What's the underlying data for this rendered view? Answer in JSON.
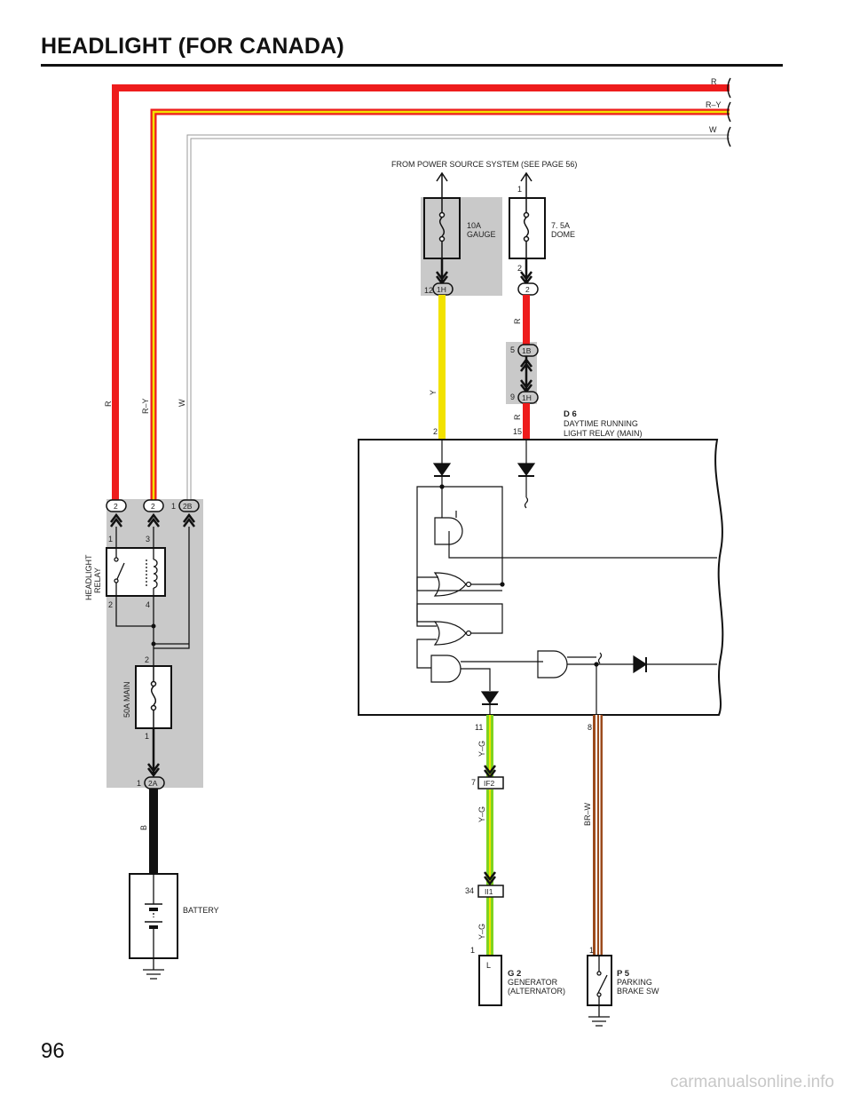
{
  "title": "HEADLIGHT (FOR CANADA)",
  "page_number": "96",
  "watermark": "carmanualsonline.info",
  "wires": {
    "top_r": "R",
    "top_ry": "R–Y",
    "top_w": "W",
    "vert_r": "R",
    "vert_ry": "R–Y",
    "vert_w": "W",
    "y_gauge": "Y",
    "r_dome_1": "R",
    "r_dome_2": "R",
    "yg_1": "Y–G",
    "yg_2": "Y–G",
    "yg_3": "Y–G",
    "brw": "BR–W",
    "battery_b": "B"
  },
  "power_source": "FROM POWER SOURCE SYSTEM (SEE PAGE 56)",
  "fuses": {
    "gauge_amp": "10A",
    "gauge_name": "GAUGE",
    "dome_amp": "7. 5A",
    "dome_name": "DOME",
    "main": "50A MAIN"
  },
  "connectors": {
    "c1h_top": "1H",
    "c2_dome": "2",
    "c1b": "1B",
    "c1h_mid": "1H",
    "c2_r": "2",
    "c2_ry": "2",
    "c2b": "2B",
    "c2a": "2A",
    "if2": "IF2",
    "ii1": "II1"
  },
  "pins": {
    "p12": "12",
    "p1_dome": "1",
    "p2_dome": "2",
    "p5": "5",
    "p9": "9",
    "p2_y": "2",
    "p15": "15",
    "p1_2b": "1",
    "relay_1": "1",
    "relay_3": "3",
    "relay_2": "2",
    "relay_4": "4",
    "main_2": "2",
    "main_1": "1",
    "p1_2a": "1",
    "p11": "11",
    "p8": "8",
    "p7": "7",
    "p34": "34",
    "gen_1": "1",
    "sw_1": "1"
  },
  "components": {
    "d6_code": "D 6",
    "d6_name_1": "DAYTIME RUNNING",
    "d6_name_2": "LIGHT RELAY (MAIN)",
    "headlight_relay_1": "HEADLIGHT",
    "headlight_relay_2": "RELAY",
    "battery": "BATTERY",
    "g2_code": "G 2",
    "g2_name_1": "GENERATOR",
    "g2_name_2": "(ALTERNATOR)",
    "g2_terminal": "L",
    "p5_code": "P 5",
    "p5_name_1": "PARKING",
    "p5_name_2": "BRAKE SW"
  },
  "colors": {
    "red_wire": "#ee1c1c",
    "yellow_wire": "#f2e200",
    "yg_green": "#7ed321",
    "brown_wire": "#9b4a1c",
    "shade": "#c9c9c9"
  }
}
